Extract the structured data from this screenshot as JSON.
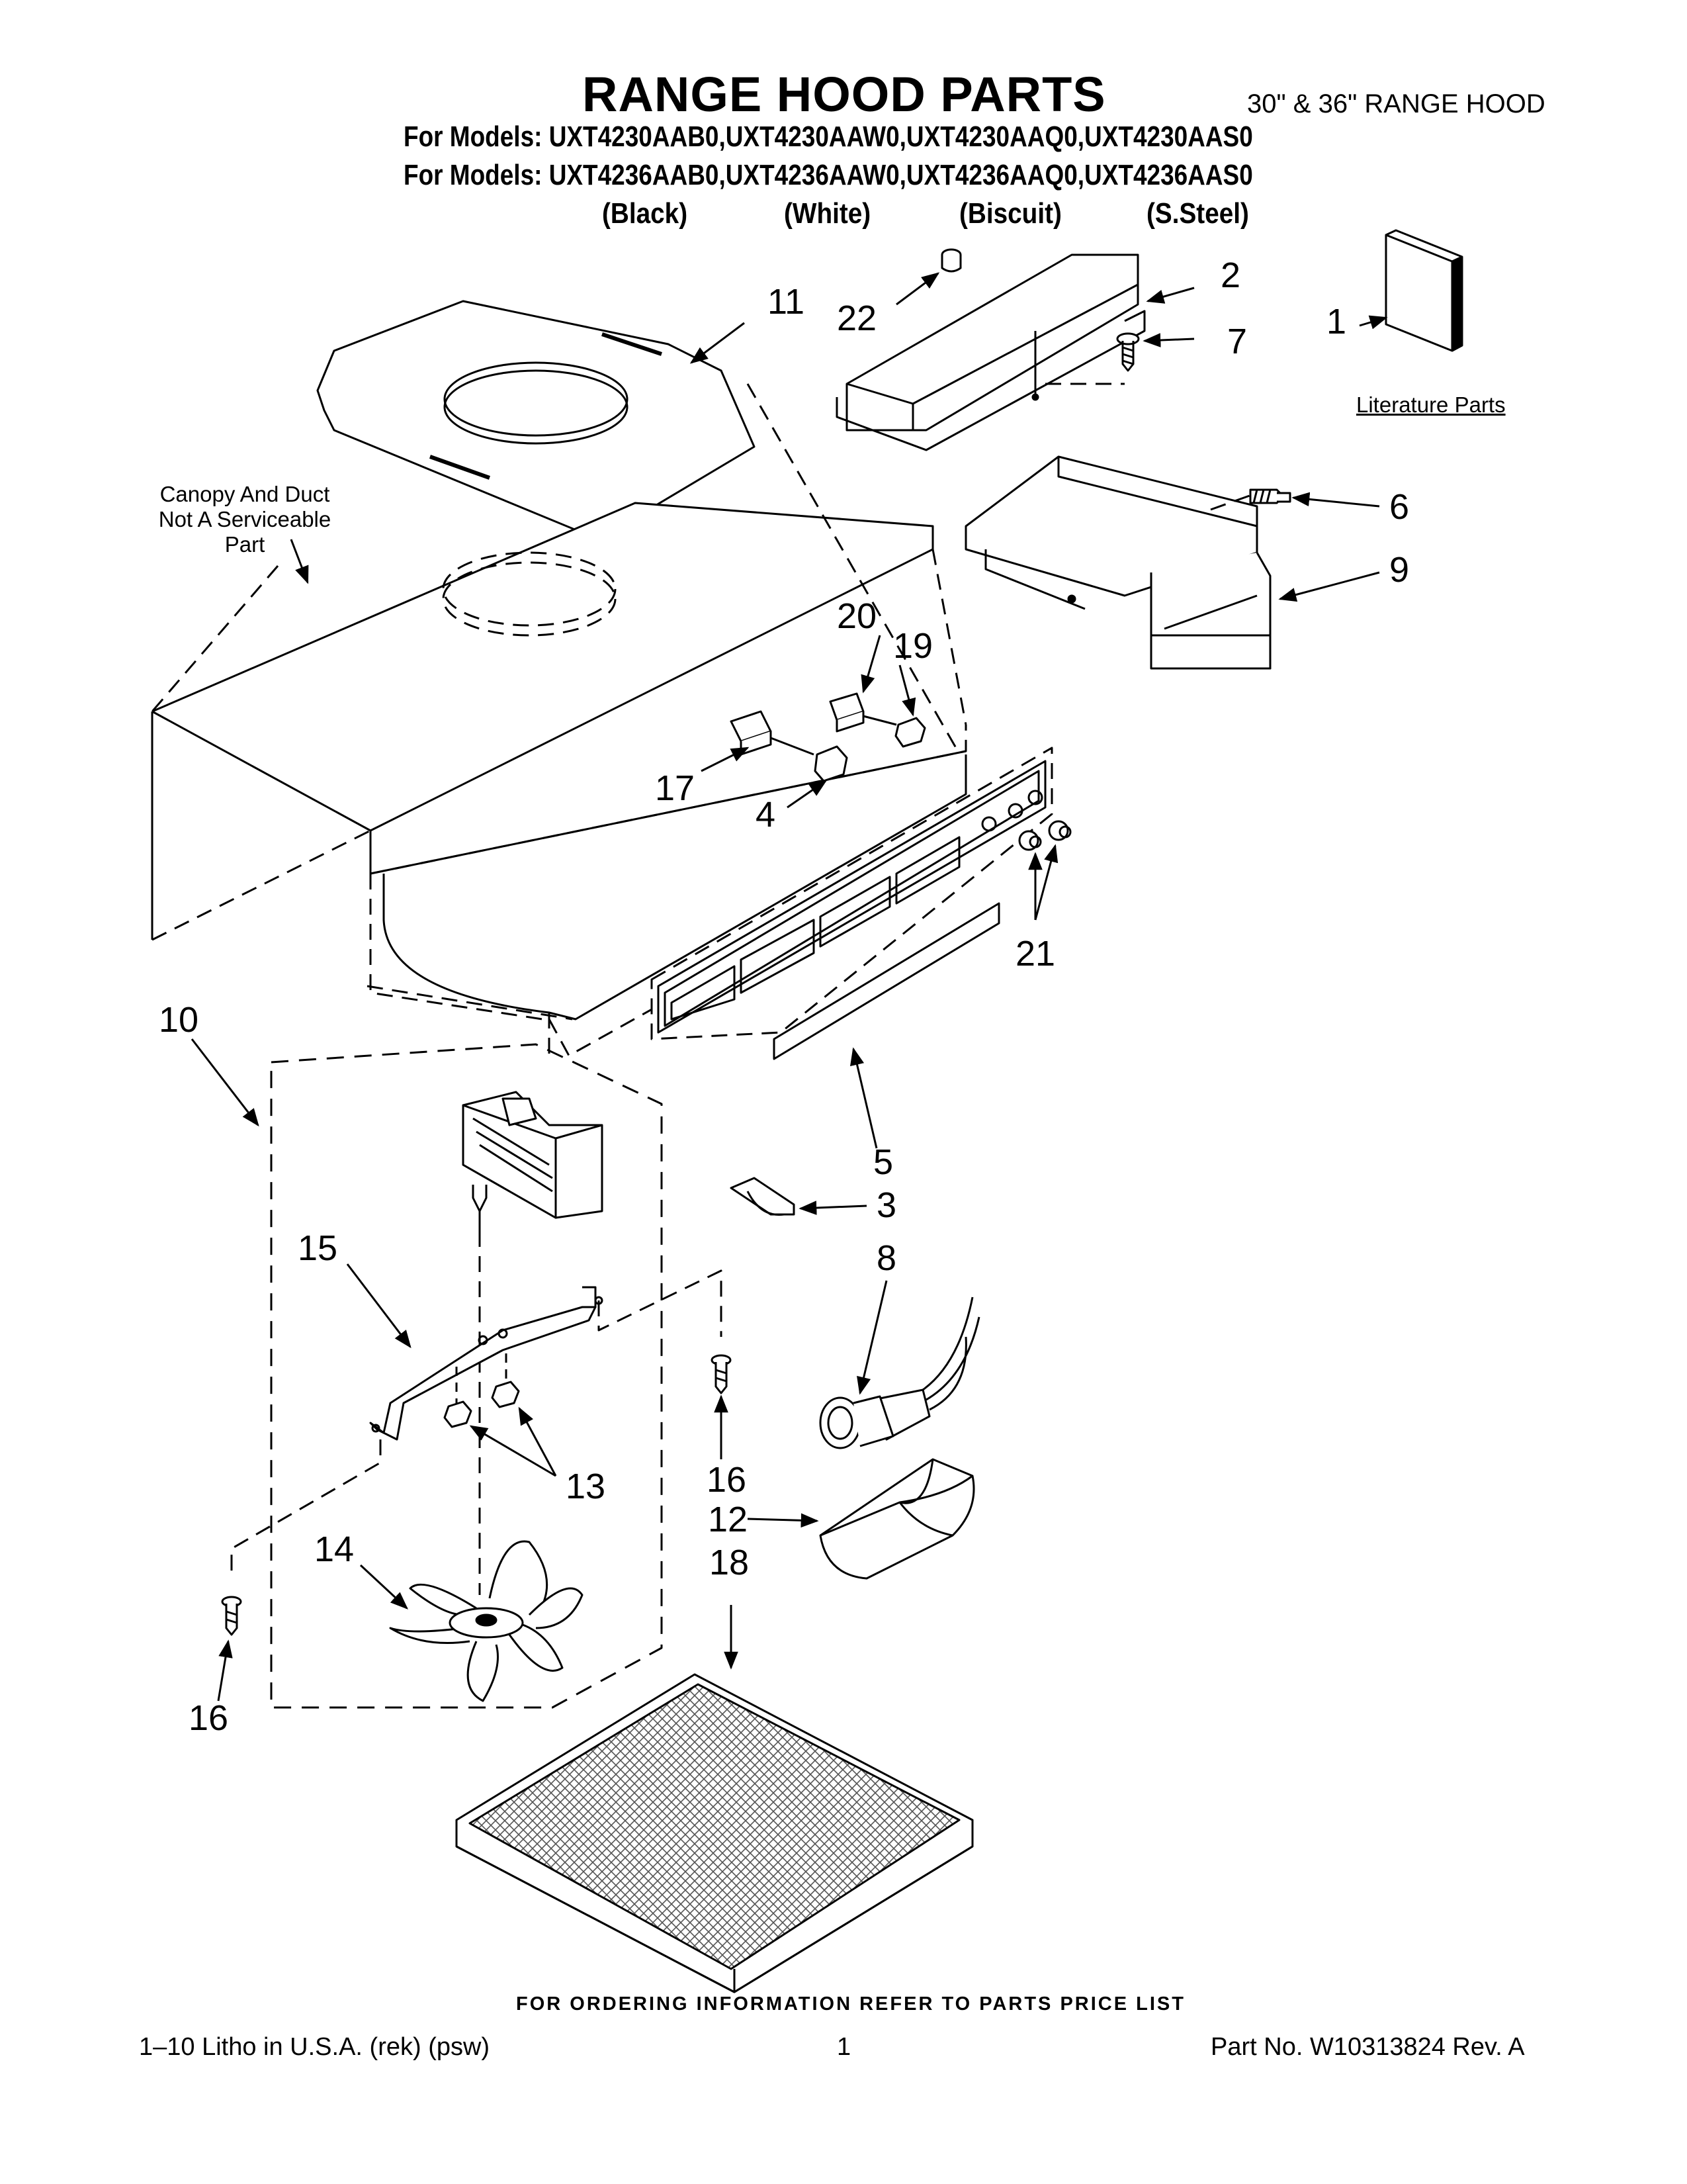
{
  "header": {
    "title": "RANGE HOOD PARTS",
    "subtitle": "30\" & 36\" RANGE HOOD",
    "models_line1": "For Models: UXT4230AAB0,UXT4230AAW0,UXT4230AAQ0,UXT4230AAS0",
    "models_line2": "For Models: UXT4236AAB0,UXT4236AAW0,UXT4236AAQ0,UXT4236AAS0",
    "colors": [
      "(Black)",
      "(White)",
      "(Biscuit)",
      "(S.Steel)"
    ]
  },
  "annotations": {
    "canopy_note": "Canopy And Duct Not A Serviceable Part",
    "literature": "Literature Parts"
  },
  "callouts": {
    "c1": "1",
    "c2": "2",
    "c3": "3",
    "c4": "4",
    "c5": "5",
    "c6": "6",
    "c7": "7",
    "c8": "8",
    "c9": "9",
    "c10": "10",
    "c11": "11",
    "c12": "12",
    "c13": "13",
    "c14": "14",
    "c15": "15",
    "c16a": "16",
    "c16b": "16",
    "c17": "17",
    "c18": "18",
    "c19": "19",
    "c20": "20",
    "c21": "21",
    "c22": "22"
  },
  "footer": {
    "order_note": "FOR ORDERING INFORMATION REFER TO PARTS PRICE LIST",
    "litho": "1–10 Litho in U.S.A. (rek) (psw)",
    "page": "1",
    "part_no": "Part No. W10313824 Rev. A"
  }
}
